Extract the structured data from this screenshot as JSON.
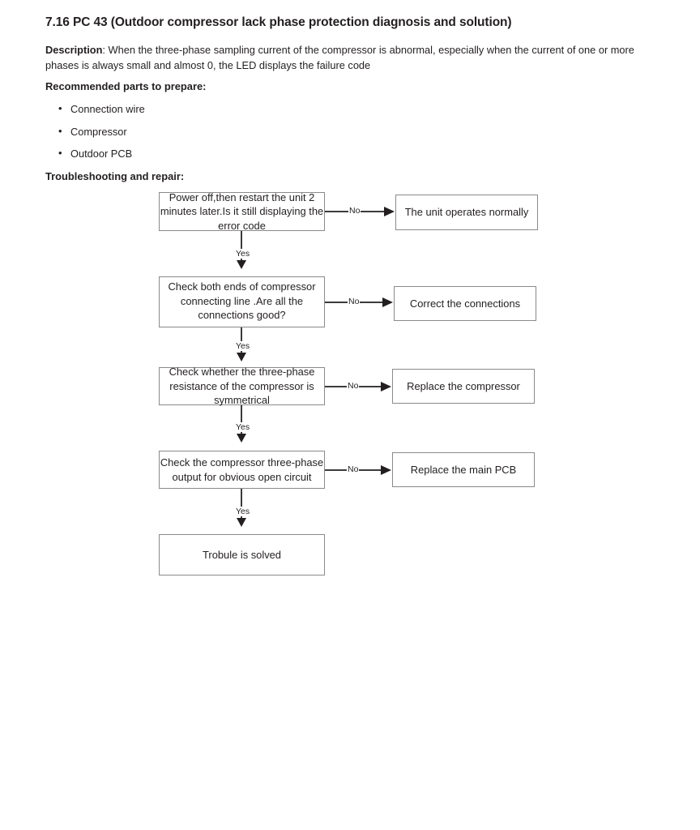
{
  "document": {
    "title": "7.16  PC 43 (Outdoor compressor lack phase protection diagnosis and solution)",
    "description_label": "Description",
    "description_text": ": When the three-phase sampling current of the compressor is abnormal, especially when the current of one or more phases is always small and almost 0, the LED displays the failure code",
    "parts_heading": "Recommended parts to prepare:",
    "parts": [
      "Connection wire",
      "Compressor",
      "Outdoor PCB"
    ],
    "troubleshooting_heading": "Troubleshooting and repair:"
  },
  "flowchart": {
    "steps": [
      {
        "id": "step-1",
        "text": "Power off,then restart the unit 2 minutes later.Is it still displaying the error code",
        "no_label": "No",
        "no_target": "The unit operates normally",
        "yes_label": "Yes"
      },
      {
        "id": "step-2",
        "text": "Check both ends of compressor connecting line .Are all the connections good?",
        "no_label": "No",
        "no_target": "Correct the connections",
        "yes_label": "Yes"
      },
      {
        "id": "step-3",
        "text": "Check whether the three-phase resistance of the compressor is symmetrical",
        "no_label": "No",
        "no_target": "Replace the  compressor",
        "yes_label": "Yes"
      },
      {
        "id": "step-4",
        "text": "Check the compressor three-phase output for obvious open circuit",
        "no_label": "No",
        "no_target": "Replace the main PCB",
        "yes_label": "Yes"
      }
    ],
    "terminal": "Trobule is solved",
    "colors": {
      "box_border": "#8a8a8a",
      "connector": "#3b3b3b",
      "text": "#231f20",
      "background": "#ffffff"
    }
  }
}
